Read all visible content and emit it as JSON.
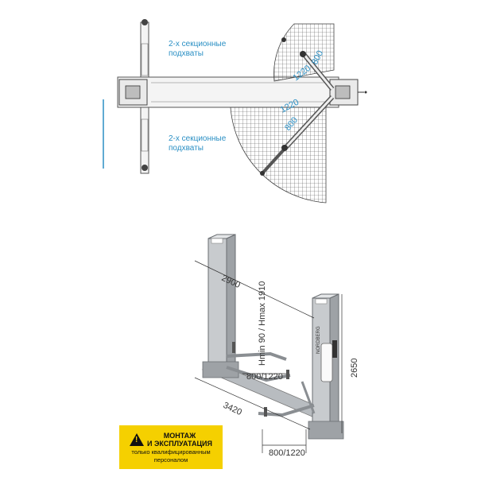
{
  "top_view": {
    "label_upper": [
      "2-х секционные",
      "подхваты"
    ],
    "label_lower": [
      "2-х секционные",
      "подхваты"
    ],
    "dims": {
      "upper_short": "800",
      "upper_long": "1220",
      "lower_long": "1220",
      "lower_short": "800"
    }
  },
  "iso_view": {
    "dims": {
      "width": "2900",
      "height": "2650",
      "length": "3420",
      "arm_upper": "800/1220",
      "arm_lower": "800/1220",
      "lift_height": "Hmin 90 / Hmax 1910"
    },
    "brand": "NORDBERG"
  },
  "warning": {
    "icon": "warning-triangle-icon",
    "title_line1": "МОНТАЖ",
    "title_line2": "И ЭКСПЛУАТАЦИЯ",
    "sub_line1": "только квалифицированным",
    "sub_line2": "персоналом",
    "color": "#f5d000"
  },
  "colors": {
    "accent": "#2a8fc4",
    "steel": "#9aa0a6"
  }
}
